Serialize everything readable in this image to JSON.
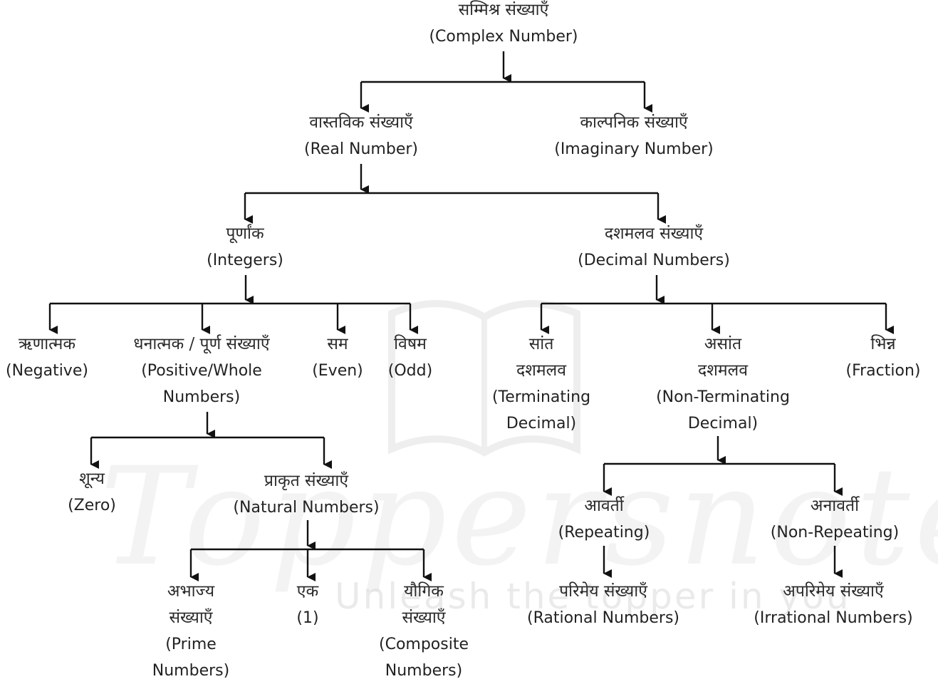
{
  "watermark": {
    "script_text": "Toppersnotes",
    "tagline": "Unleash the topper in you"
  },
  "nodes": {
    "complex": {
      "hi": "सम्मिश्र संख्याएँ",
      "en": "(Complex Number)"
    },
    "real": {
      "hi": "वास्तविक संख्याएँ",
      "en": "(Real Number)"
    },
    "imaginary": {
      "hi": "काल्पनिक संख्याएँ",
      "en": "(Imaginary Number)"
    },
    "integers": {
      "hi": "पूर्णांक",
      "en": "(Integers)"
    },
    "decimal": {
      "hi": "दशमलव संख्याएँ",
      "en": "(Decimal Numbers)"
    },
    "negative": {
      "hi": "ऋणात्मक",
      "en": "(Negative)"
    },
    "positive": {
      "hi": "धनात्मक / पूर्ण संख्याएँ",
      "en1": "(Positive/Whole",
      "en2": "Numbers)"
    },
    "even": {
      "hi": "सम",
      "en": "(Even)"
    },
    "odd": {
      "hi": "विषम",
      "en": "(Odd)"
    },
    "terminating": {
      "hi1": "सांत",
      "hi2": "दशमलव",
      "en1": "(Terminating",
      "en2": "Decimal)"
    },
    "nonterminating": {
      "hi1": "असांत",
      "hi2": "दशमलव",
      "en1": "(Non-Terminating",
      "en2": "Decimal)"
    },
    "fraction": {
      "hi": "भिन्न",
      "en": "(Fraction)"
    },
    "zero": {
      "hi": "शून्य",
      "en": "(Zero)"
    },
    "natural": {
      "hi": "प्राकृत संख्याएँ",
      "en": "(Natural Numbers)"
    },
    "repeating": {
      "hi": "आवर्ती",
      "en": "(Repeating)"
    },
    "nonrepeating": {
      "hi": "अनावर्ती",
      "en": "(Non-Repeating)"
    },
    "prime": {
      "hi1": "अभाज्य",
      "hi2": "संख्याएँ",
      "en1": "(Prime",
      "en2": "Numbers)"
    },
    "one": {
      "hi": "एक",
      "en": "(1)"
    },
    "composite": {
      "hi1": "यौगिक",
      "hi2": "संख्याएँ",
      "en1": "(Composite",
      "en2": "Numbers)"
    },
    "rational": {
      "hi": "परिमेय संख्याएँ",
      "en": "(Rational Numbers)"
    },
    "irrational": {
      "hi": "अपरिमेय संख्याएँ",
      "en": "(Irrational Numbers)"
    }
  }
}
